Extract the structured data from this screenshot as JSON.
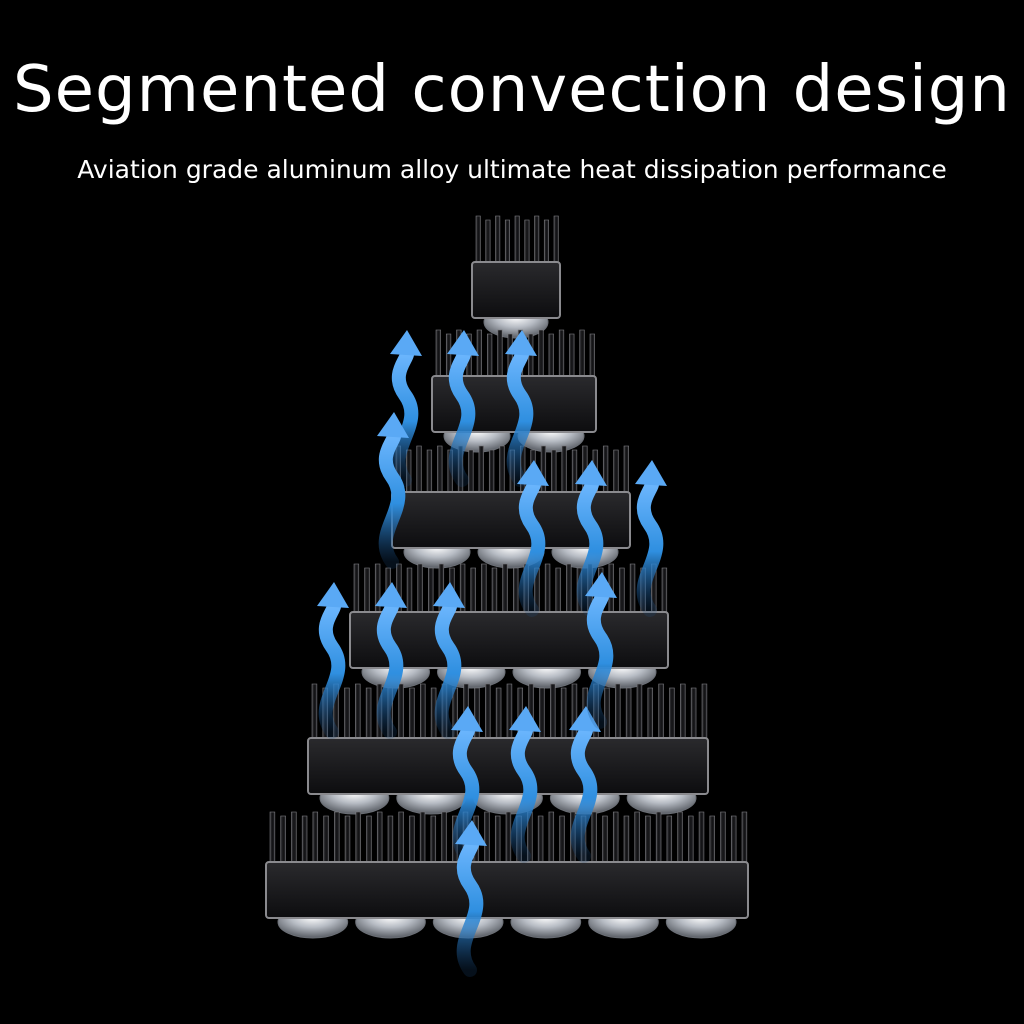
{
  "headline": "Segmented convection design",
  "subline": "Aviation grade aluminum alloy ultimate heat dissipation performance",
  "illustration": {
    "subject": "stacked-led-heatsink-modules",
    "module_lens_counts": [
      1,
      2,
      3,
      4,
      5,
      6
    ],
    "airflow_arrow_count": 15,
    "colors": {
      "background": "#000000",
      "heatsink": "#1c1c1e",
      "heatsink_edge": "#8a8a8e",
      "lens": "#c9ccd2",
      "airflow_arrow": "#2f8fe0"
    }
  }
}
